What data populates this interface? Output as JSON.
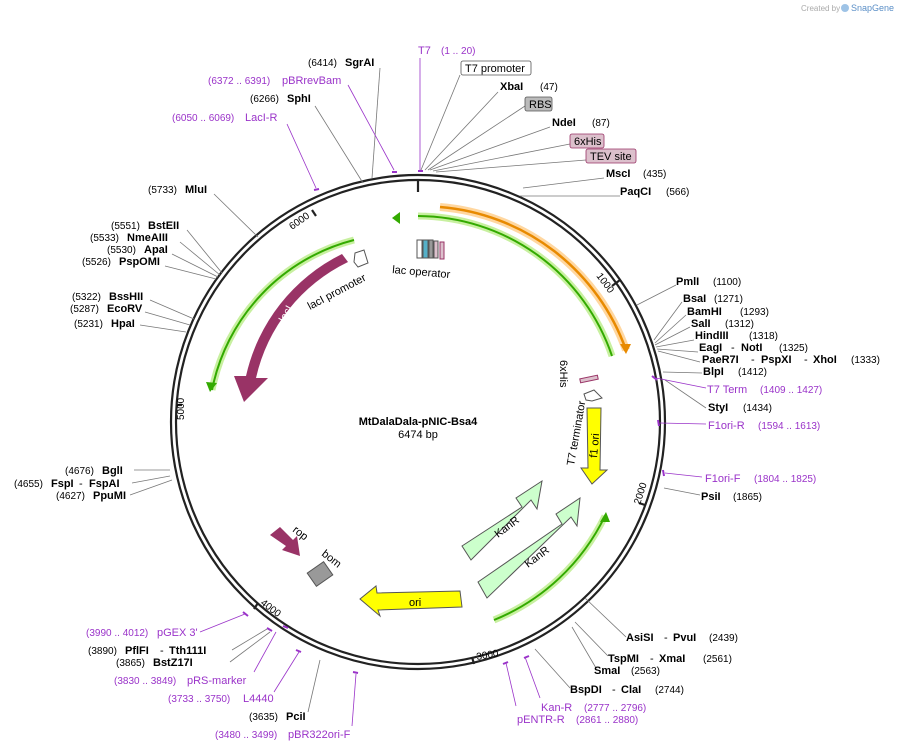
{
  "watermark": "Created by",
  "brand": "SnapGene",
  "plasmid": {
    "name": "MtDalaDala-pNIC-Bsa4",
    "size": "6474 bp"
  },
  "ticks": [
    "1000",
    "2000",
    "3000",
    "4000",
    "5000",
    "6000"
  ],
  "enzymes": {
    "sgrai": {
      "num": "(6414)",
      "name": "SgrAI"
    },
    "sphi": {
      "num": "(6266)",
      "name": "SphI"
    },
    "xbai": {
      "name": "XbaI",
      "num": "(47)"
    },
    "ndei": {
      "name": "NdeI",
      "num": "(87)"
    },
    "msci": {
      "name": "MscI",
      "num": "(435)"
    },
    "paqci": {
      "name": "PaqCI",
      "num": "(566)"
    },
    "mlui": {
      "num": "(5733)",
      "name": "MluI"
    },
    "bsteii": {
      "num": "(5551)",
      "name": "BstEII"
    },
    "nmeaiii": {
      "num": "(5533)",
      "name": "NmeAIII"
    },
    "apai": {
      "num": "(5530)",
      "name": "ApaI"
    },
    "pspomi": {
      "num": "(5526)",
      "name": "PspOMI"
    },
    "bsshii": {
      "num": "(5322)",
      "name": "BssHII"
    },
    "ecorv": {
      "num": "(5287)",
      "name": "EcoRV"
    },
    "hpai": {
      "num": "(5231)",
      "name": "HpaI"
    },
    "pmli": {
      "name": "PmlI",
      "num": "(1100)"
    },
    "bsai": {
      "name": "BsaI",
      "num": "(1271)"
    },
    "bamhi": {
      "name": "BamHI",
      "num": "(1293)"
    },
    "sali": {
      "name": "SalI",
      "num": "(1312)"
    },
    "hindiii": {
      "name": "HindIII",
      "num": "(1318)"
    },
    "eagi": {
      "name": "EagI",
      "name2": "NotI",
      "num": "(1325)"
    },
    "paer7i": {
      "name": "PaeR7I",
      "name2": "PspXI",
      "name3": "XhoI",
      "num": "(1333)"
    },
    "blpi": {
      "name": "BlpI",
      "num": "(1412)"
    },
    "styi": {
      "name": "StyI",
      "num": "(1434)"
    },
    "psii": {
      "name": "PsiI",
      "num": "(1865)"
    },
    "bgli": {
      "num": "(4676)",
      "name": "BglI"
    },
    "fspi": {
      "num": "(4655)",
      "name": "FspI",
      "name2": "FspAI"
    },
    "ppumi": {
      "num": "(4627)",
      "name": "PpuMI"
    },
    "asisi": {
      "name": "AsiSI",
      "name2": "PvuI",
      "num": "(2439)"
    },
    "tspmi": {
      "name": "TspMI",
      "name2": "XmaI",
      "num": "(2561)"
    },
    "smai": {
      "name": "SmaI",
      "num": "(2563)"
    },
    "bspdi": {
      "name": "BspDI",
      "name2": "ClaI",
      "num": "(2744)"
    },
    "pflfi": {
      "num": "(3890)",
      "name": "PflFI",
      "name2": "Tth111I"
    },
    "bstz17i": {
      "num": "(3865)",
      "name": "BstZ17I"
    },
    "pcii": {
      "num": "(3635)",
      "name": "PciI"
    }
  },
  "primers": {
    "t7": {
      "name": "T7",
      "range": "(1 .. 20)"
    },
    "pbrrevbam": {
      "range": "(6372 .. 6391)",
      "name": "pBRrevBam"
    },
    "laci_r": {
      "range": "(6050 .. 6069)",
      "name": "LacI-R"
    },
    "t7term": {
      "name": "T7 Term",
      "range": "(1409 .. 1427)"
    },
    "f1ori_r": {
      "name": "F1ori-R",
      "range": "(1594 .. 1613)"
    },
    "f1ori_f": {
      "name": "F1ori-F",
      "range": "(1804 .. 1825)"
    },
    "pgex3": {
      "range": "(3990 .. 4012)",
      "name": "pGEX 3'"
    },
    "prs": {
      "range": "(3830 .. 3849)",
      "name": "pRS-marker"
    },
    "l4440": {
      "range": "(3733 .. 3750)",
      "name": "L4440"
    },
    "pbr322": {
      "range": "(3480 .. 3499)",
      "name": "pBR322ori-F"
    },
    "kanr": {
      "name": "Kan-R",
      "range": "(2777 .. 2796)"
    },
    "pentr": {
      "name": "pENTR-R",
      "range": "(2861 .. 2880)"
    }
  },
  "boxed_features": {
    "t7promoter": "T7 promoter",
    "rbs": "RBS",
    "sixhis": "6xHis",
    "tevsite": "TEV site"
  },
  "features": {
    "lacop": "lac operator",
    "laci": "lacI",
    "lacipro": "lacI promoter",
    "sixhis2": "6xHis",
    "t7terminator": "T7 terminator",
    "f1ori": "f1 ori",
    "kanr1": "KanR",
    "kanr2": "KanR",
    "ori": "ori",
    "rop": "rop",
    "bom": "bom"
  },
  "colors": {
    "backbone": "#222222",
    "lacI": "#993366",
    "promoter": "#ffffff",
    "kanR": "#ccffcc",
    "ori": "#ffff00",
    "f1ori": "#ffff00",
    "orf_outline": "#33aa00",
    "orf_glow": "#c8f0a0",
    "orange_orf": "#ff9900",
    "bom": "#999999",
    "primer": "#9a33c9",
    "feature_box": "#dcc0cc"
  }
}
